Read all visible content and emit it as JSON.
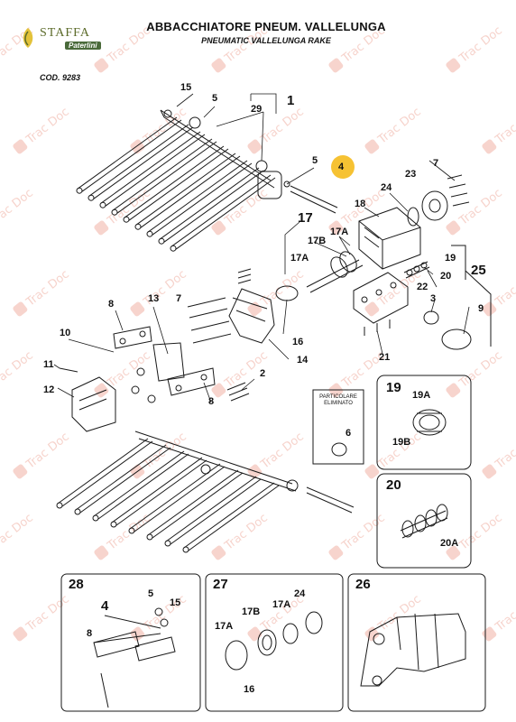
{
  "header": {
    "title": "ABBACCHIATORE PNEUM. VALLELUNGA",
    "subtitle": "PNEUMATIC VALLELUNGA RAKE",
    "code": "COD. 9283"
  },
  "logo": {
    "name": "STAFFA",
    "sub": "Paterlini"
  },
  "watermark": "Trac Doc",
  "colors": {
    "highlight": "#f6c233",
    "watermark": "#e8846f",
    "line": "#1a1a1a"
  },
  "callouts": {
    "c15a": "15",
    "c5a": "5",
    "c1": "1",
    "c29": "29",
    "c5b": "5",
    "c4": "4",
    "c7a": "7",
    "c23": "23",
    "c24": "24",
    "c18": "18",
    "c17": "17",
    "c17b": "17B",
    "c17a_top": "17A",
    "c17a_side": "17A",
    "c19": "19",
    "c20": "20",
    "c25": "25",
    "c22": "22",
    "c3": "3",
    "c9": "9",
    "c8a": "8",
    "c13": "13",
    "c7b": "7",
    "c16": "16",
    "c14": "14",
    "c10": "10",
    "c2": "2",
    "c11": "11",
    "c12": "12",
    "c8b": "8",
    "c21": "21",
    "c6": "6"
  },
  "note_box": {
    "label": "PARTICOLARE ELIMINATO"
  },
  "detail_19": {
    "title": "19",
    "a": "19A",
    "b": "19B"
  },
  "detail_20": {
    "title": "20",
    "a": "20A"
  },
  "detail_28": {
    "title": "28",
    "n4": "4",
    "n5": "5",
    "n15": "15",
    "n8": "8"
  },
  "detail_27": {
    "title": "27",
    "n17b": "17B",
    "n17a": "17A",
    "n24": "24",
    "n17a2": "17A",
    "n16": "16"
  },
  "detail_26": {
    "title": "26"
  }
}
